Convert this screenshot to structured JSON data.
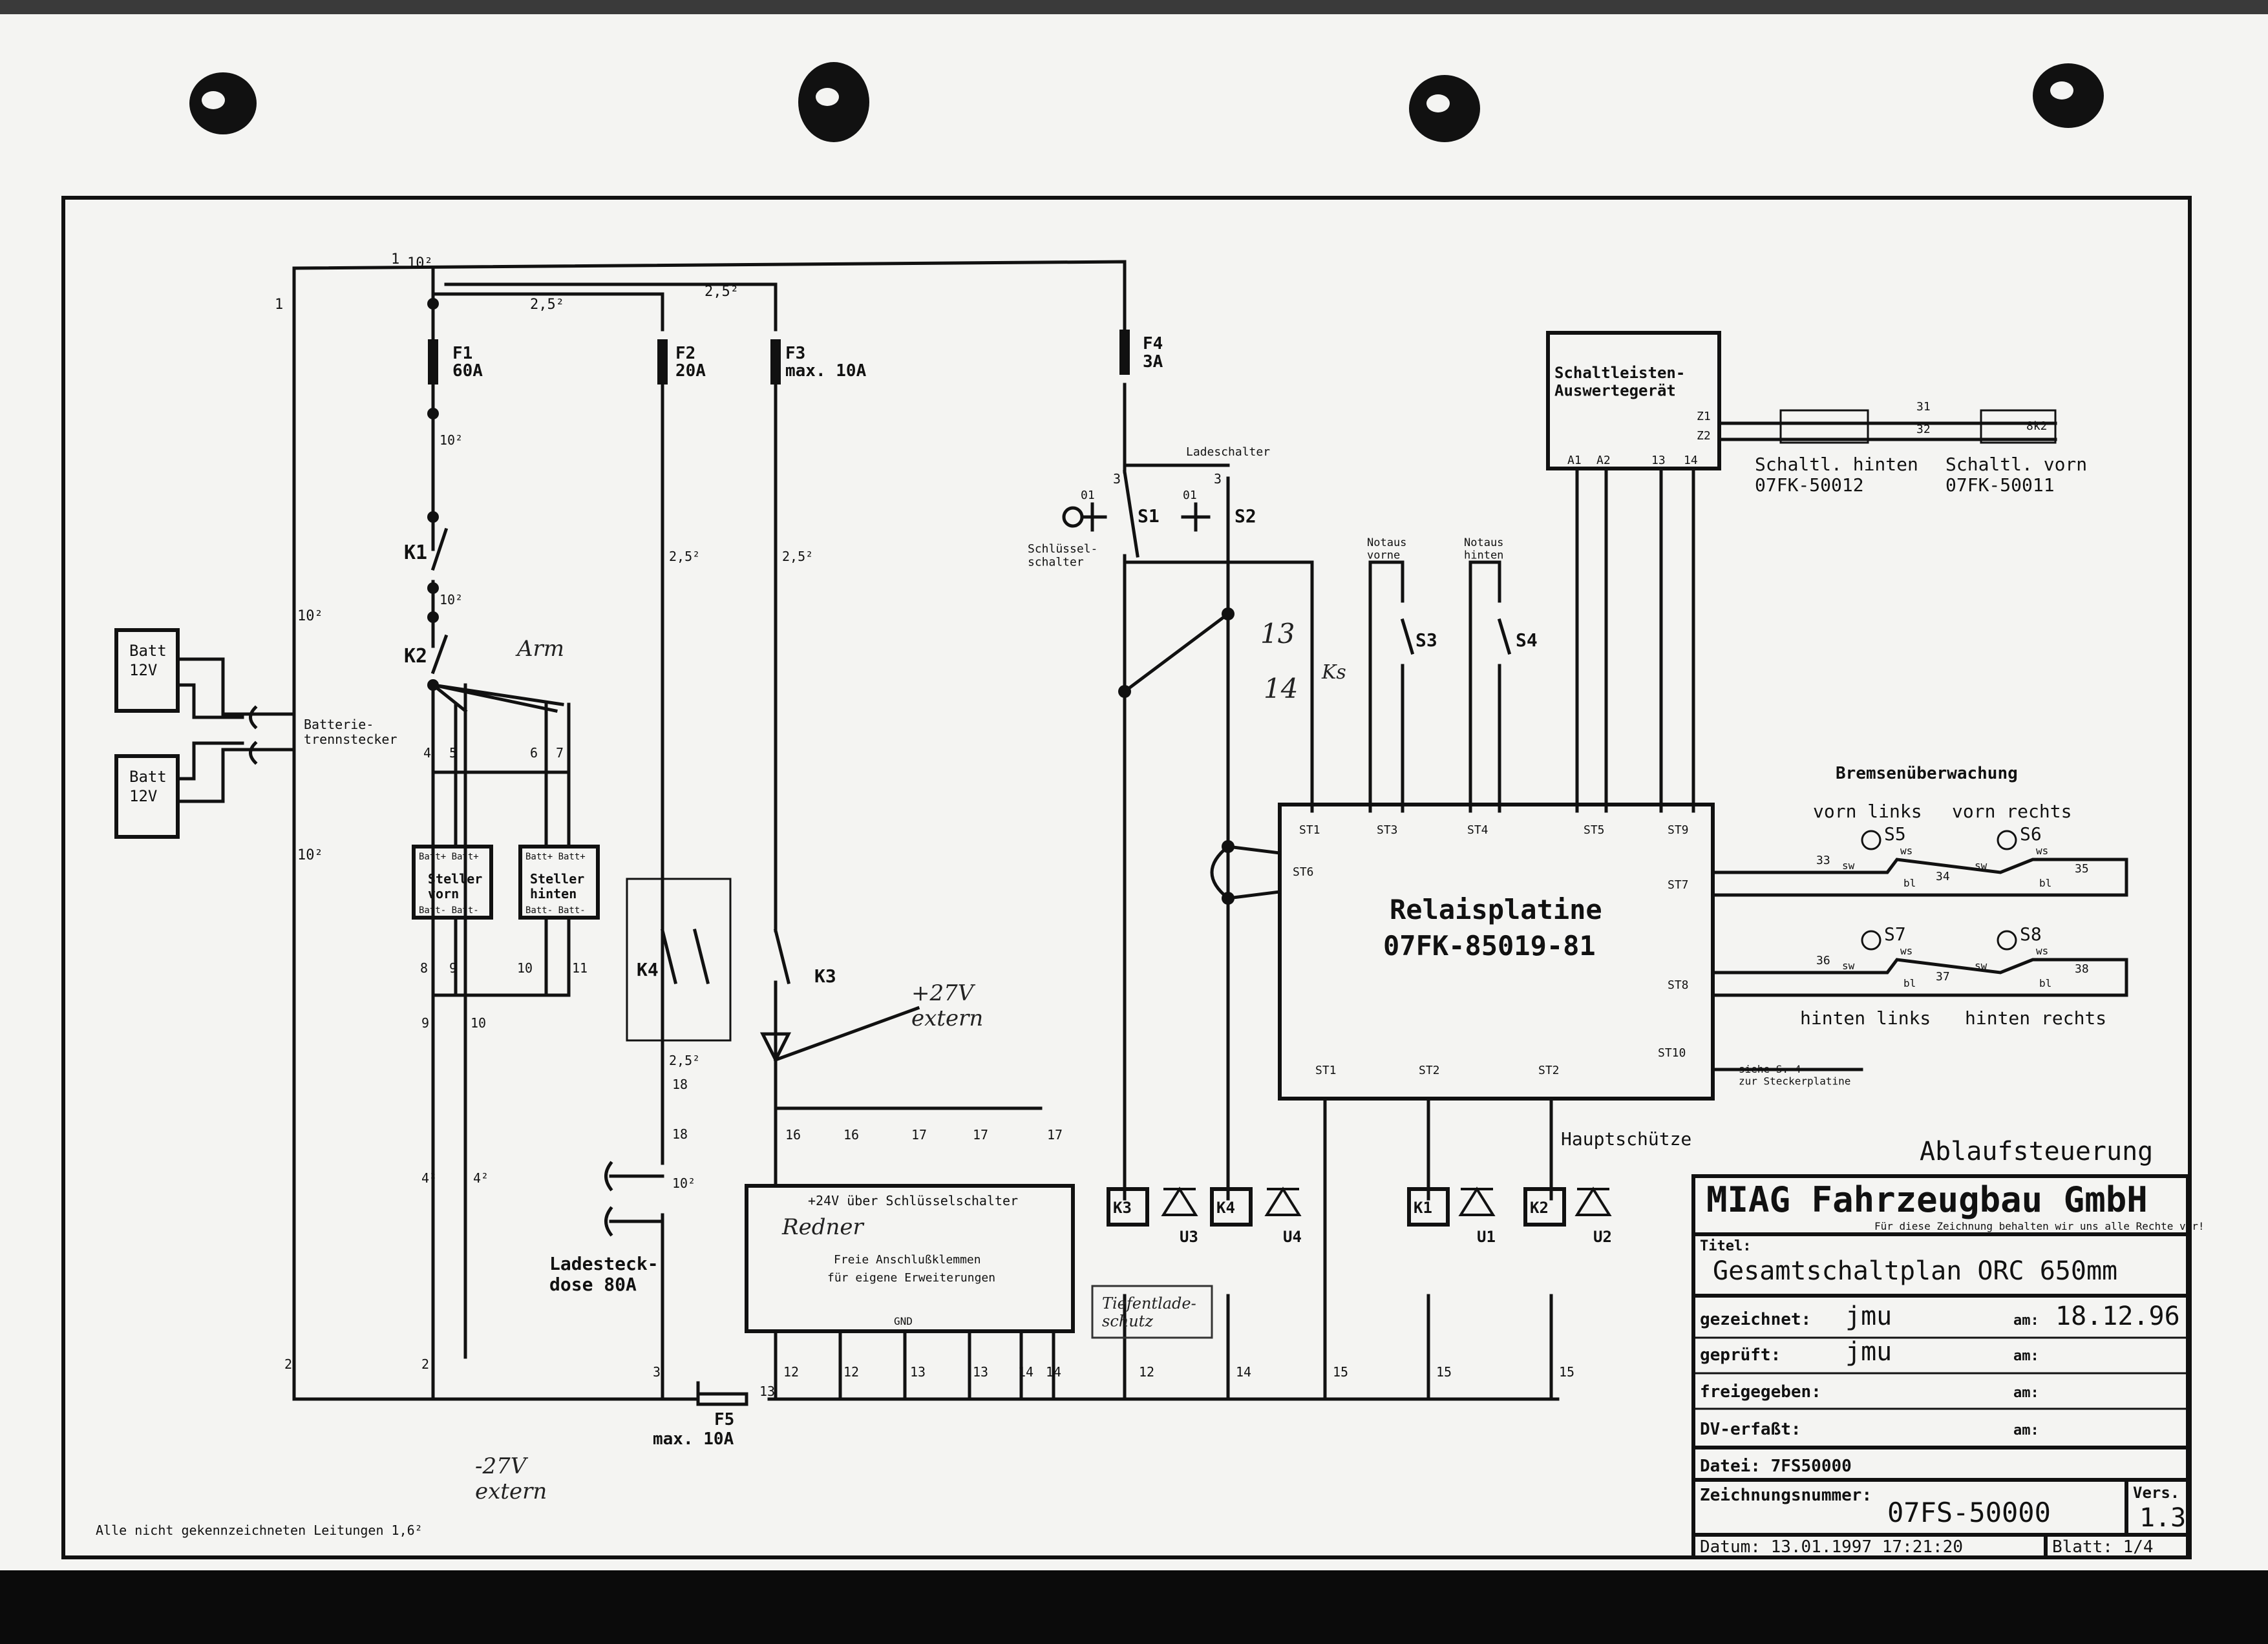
{
  "title_block": {
    "category": "Ablaufsteuerung",
    "company": "MIAG Fahrzeugbau GmbH",
    "rights": "Für diese Zeichnung behalten wir uns alle Rechte vor!",
    "title_label": "Titel:",
    "title": "Gesamtschaltplan ORC 650mm",
    "drawn_label": "gezeichnet:",
    "drawn_by": "jmu",
    "drawn_date_label": "am:",
    "drawn_date": "18.12.96",
    "checked_label": "geprüft:",
    "checked_by": "jmu",
    "checked_date_label": "am:",
    "released_label": "freigegeben:",
    "released_date_label": "am:",
    "dv_label": "DV-erfaßt:",
    "dv_date_label": "am:",
    "file": "Datei: 7FS50000",
    "drawing_no_label": "Zeichnungsnummer:",
    "drawing_no": "07FS-50000",
    "version_label": "Vers.",
    "version": "1.3",
    "datum": "Datum: 13.01.1997 17:21:20",
    "sheet": "Blatt: 1/4"
  },
  "footer_note": "Alle nicht gekennzeichneten Leitungen 1,6²",
  "fuses": [
    {
      "id": "F1",
      "rating": "60A"
    },
    {
      "id": "F2",
      "rating": "20A"
    },
    {
      "id": "F3",
      "rating": "max. 10A"
    },
    {
      "id": "F4",
      "rating": "3A"
    },
    {
      "id": "F5",
      "rating": "max. 10A"
    }
  ],
  "batteries": [
    {
      "label": "Batt",
      "voltage": "12V"
    },
    {
      "label": "Batt",
      "voltage": "12V"
    }
  ],
  "battery_plug": "Batterie-\ntrennstecker",
  "contactors": {
    "k1": "K1",
    "k2": "K2"
  },
  "controllers": [
    {
      "top": "Batt+ Batt+",
      "name": "Steller\nvorn",
      "bottom": "Batt- Batt-"
    },
    {
      "top": "Batt+ Batt+",
      "name": "Steller\nhinten",
      "bottom": "Batt- Batt-"
    }
  ],
  "relays": {
    "k4": "K4",
    "k3": "K3"
  },
  "charge_socket": "Ladesteck-\ndose 80A",
  "terminal_box": {
    "line1": "+24V über Schlüsselschalter",
    "line2": "Freie Anschlußklemmen",
    "line3": "für eigene Erweiterungen",
    "gnd": "GND"
  },
  "switches": {
    "s1": "S1",
    "s2": "S2",
    "ladeschalter": "Ladeschalter",
    "schluessel": "Schlüssel-\nschalter",
    "s3": "S3",
    "s4": "S4",
    "notaus_vorne": "Notaus\nvorne",
    "notaus_hinten": "Notaus\nhinten"
  },
  "evaluator": {
    "name": "Schaltleisten-\nAuswertegerät",
    "pins": [
      "A1",
      "A2",
      "13",
      "14"
    ],
    "z1": "Z1",
    "z2": "Z2",
    "n31": "31",
    "n32": "32",
    "rear_label": "Schaltl. hinten\n07FK-50012",
    "front_label": "Schaltl. vorn\n07FK-50011",
    "front_code": "8k2"
  },
  "relay_board": {
    "name": "Relaisplatine",
    "part": "07FK-85019-81",
    "top_connectors": [
      "ST1",
      "ST3",
      "ST4",
      "ST5",
      "ST9"
    ],
    "left_connector": "ST6",
    "right_connectors": [
      "ST7",
      "ST8",
      "ST10"
    ],
    "bottom_connectors": [
      "ST1",
      "ST2",
      "ST2"
    ],
    "see_note": "siehe S. 4\nzur Steckerplatine"
  },
  "brake_monitor": {
    "title": "Bremsenüberwachung",
    "front_left": "vorn links",
    "front_right": "vorn rechts",
    "rear_left": "hinten links",
    "rear_right": "hinten rechts",
    "s5": "S5",
    "s6": "S6",
    "s7": "S7",
    "s8": "S8",
    "sw": "sw",
    "ws": "ws",
    "bl": "bl",
    "wires": [
      "33",
      "34",
      "35",
      "36",
      "37",
      "38"
    ]
  },
  "coils": [
    {
      "id": "K3",
      "diode": "U3"
    },
    {
      "id": "K4",
      "diode": "U4"
    },
    {
      "id": "K1",
      "diode": "U1"
    },
    {
      "id": "K2",
      "diode": "U2"
    }
  ],
  "main_contactors": "Hauptschütze",
  "handwritten": {
    "arm": "Arm",
    "ext27": "+27V\nextern",
    "neg27": "-27V\nextern",
    "redner": "Redner",
    "box_note": "Tiefentlade-\nschutz",
    "n13": "13",
    "n14": "14",
    "ks": "Ks"
  },
  "wire_labels": {
    "w10": "10²",
    "w25": "2,5²",
    "w4": "4²",
    "n1": "1",
    "n2": "2",
    "n3": "3",
    "n4": "4",
    "n5": "5",
    "n6": "6",
    "n7": "7",
    "n8": "8",
    "n9": "9",
    "n10": "10",
    "n11": "11",
    "n12": "12",
    "n13": "13",
    "n14": "14",
    "n15": "15",
    "n16": "16",
    "n17": "17",
    "n18": "18",
    "plus": "+",
    "minus": "-",
    "a1": "A1",
    "a2": "A2",
    "o1": "01",
    "n3b": "3",
    "n4b": "4"
  }
}
